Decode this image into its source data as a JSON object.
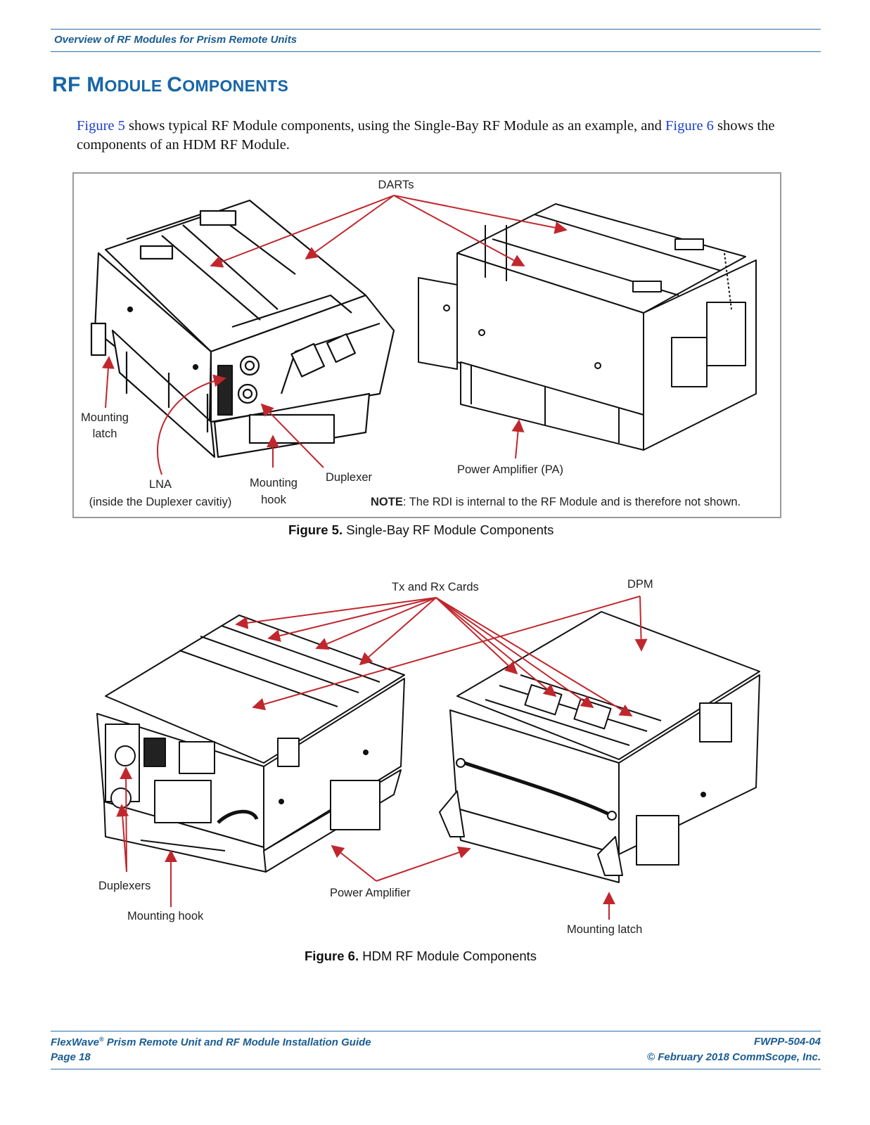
{
  "header": {
    "running_title": "Overview of RF Modules for Prism Remote Units"
  },
  "section": {
    "title_first": "RF ",
    "title_m": "M",
    "title_odule": "ODULE ",
    "title_c": "C",
    "title_omponents": "OMPONENTS"
  },
  "intro": {
    "link1": "Figure 5",
    "text1": " shows typical RF Module components, using the Single-Bay RF Module as an example, and ",
    "link2": "Figure 6",
    "text2": " shows the components of an HDM RF Module."
  },
  "figure5": {
    "labels": {
      "darts": "DARTs",
      "mounting_latch_1": "Mounting",
      "mounting_latch_2": "latch",
      "lna_1": "LNA",
      "lna_2": "(inside the Duplexer cavitiy)",
      "mounting_hook_1": "Mounting",
      "mounting_hook_2": "hook",
      "duplexer": "Duplexer",
      "power_amplifier": "Power Amplifier (PA)",
      "note_bold": "NOTE",
      "note_text": ": The RDI is internal to the RF Module and is therefore not shown."
    },
    "caption_bold": "Figure 5.",
    "caption_text": " Single-Bay RF Module Components"
  },
  "figure6": {
    "labels": {
      "tx_rx_cards": "Tx and Rx Cards",
      "dpm": "DPM",
      "duplexers": "Duplexers",
      "mounting_hook": "Mounting hook",
      "power_amplifier": "Power Amplifier",
      "mounting_latch": "Mounting latch"
    },
    "caption_bold": "Figure 6.",
    "caption_text": " HDM RF Module Components"
  },
  "footer": {
    "doc_title": "FlexWave",
    "doc_reg": "®",
    "doc_title_rest": " Prism Remote Unit and RF Module Installation Guide",
    "page": "Page 18",
    "doc_number": "FWPP-504-04",
    "copyright": "© February 2018 CommScope, Inc."
  },
  "colors": {
    "accent": "#1765a8",
    "callout": "#c0272d",
    "link": "#1a3fcc"
  }
}
